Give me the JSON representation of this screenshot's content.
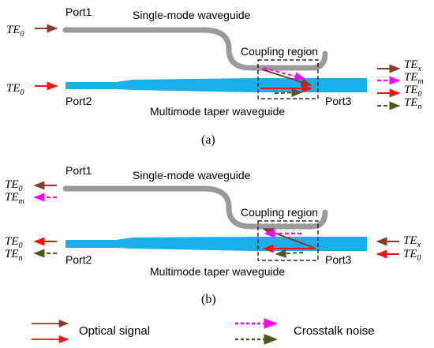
{
  "panel_a": {
    "caption": "(a)",
    "port1": "Port1",
    "port2": "Port2",
    "port3": "Port3",
    "single_mode_label": "Single-mode waveguide",
    "coupling_label": "Coupling region",
    "taper_label": "Multimode taper waveguide",
    "input_port1": {
      "base": "TE",
      "sub": "0"
    },
    "input_port2": {
      "base": "TE",
      "sub": "0"
    },
    "outputs": [
      {
        "base": "TE",
        "sub": "x"
      },
      {
        "base": "TE",
        "sub": "m"
      },
      {
        "base": "TE",
        "sub": "0"
      },
      {
        "base": "TE",
        "sub": "n"
      }
    ]
  },
  "panel_b": {
    "caption": "(b)",
    "port1": "Port1",
    "port2": "Port2",
    "port3": "Port3",
    "single_mode_label": "Single-mode waveguide",
    "coupling_label": "Coupling region",
    "taper_label": "Multimode taper waveguide",
    "left_port1": [
      {
        "base": "TE",
        "sub": "0"
      },
      {
        "base": "TE",
        "sub": "m"
      }
    ],
    "left_port2": [
      {
        "base": "TE",
        "sub": "0"
      },
      {
        "base": "TE",
        "sub": "n"
      }
    ],
    "right_inputs": [
      {
        "base": "TE",
        "sub": "x"
      },
      {
        "base": "TE",
        "sub": "0"
      }
    ]
  },
  "legend": {
    "optical_signal": "Optical signal",
    "crosstalk_noise": "Crosstalk noise"
  },
  "colors": {
    "single_mode_waveguide": "#9a9a9a",
    "taper_waveguide": "#19b0ea",
    "te_x_arrow": "#8b3a2f",
    "te_m_arrow": "#ff00ff",
    "te_0_arrow": "#ff1010",
    "te_n_arrow": "#4a5a1e"
  }
}
